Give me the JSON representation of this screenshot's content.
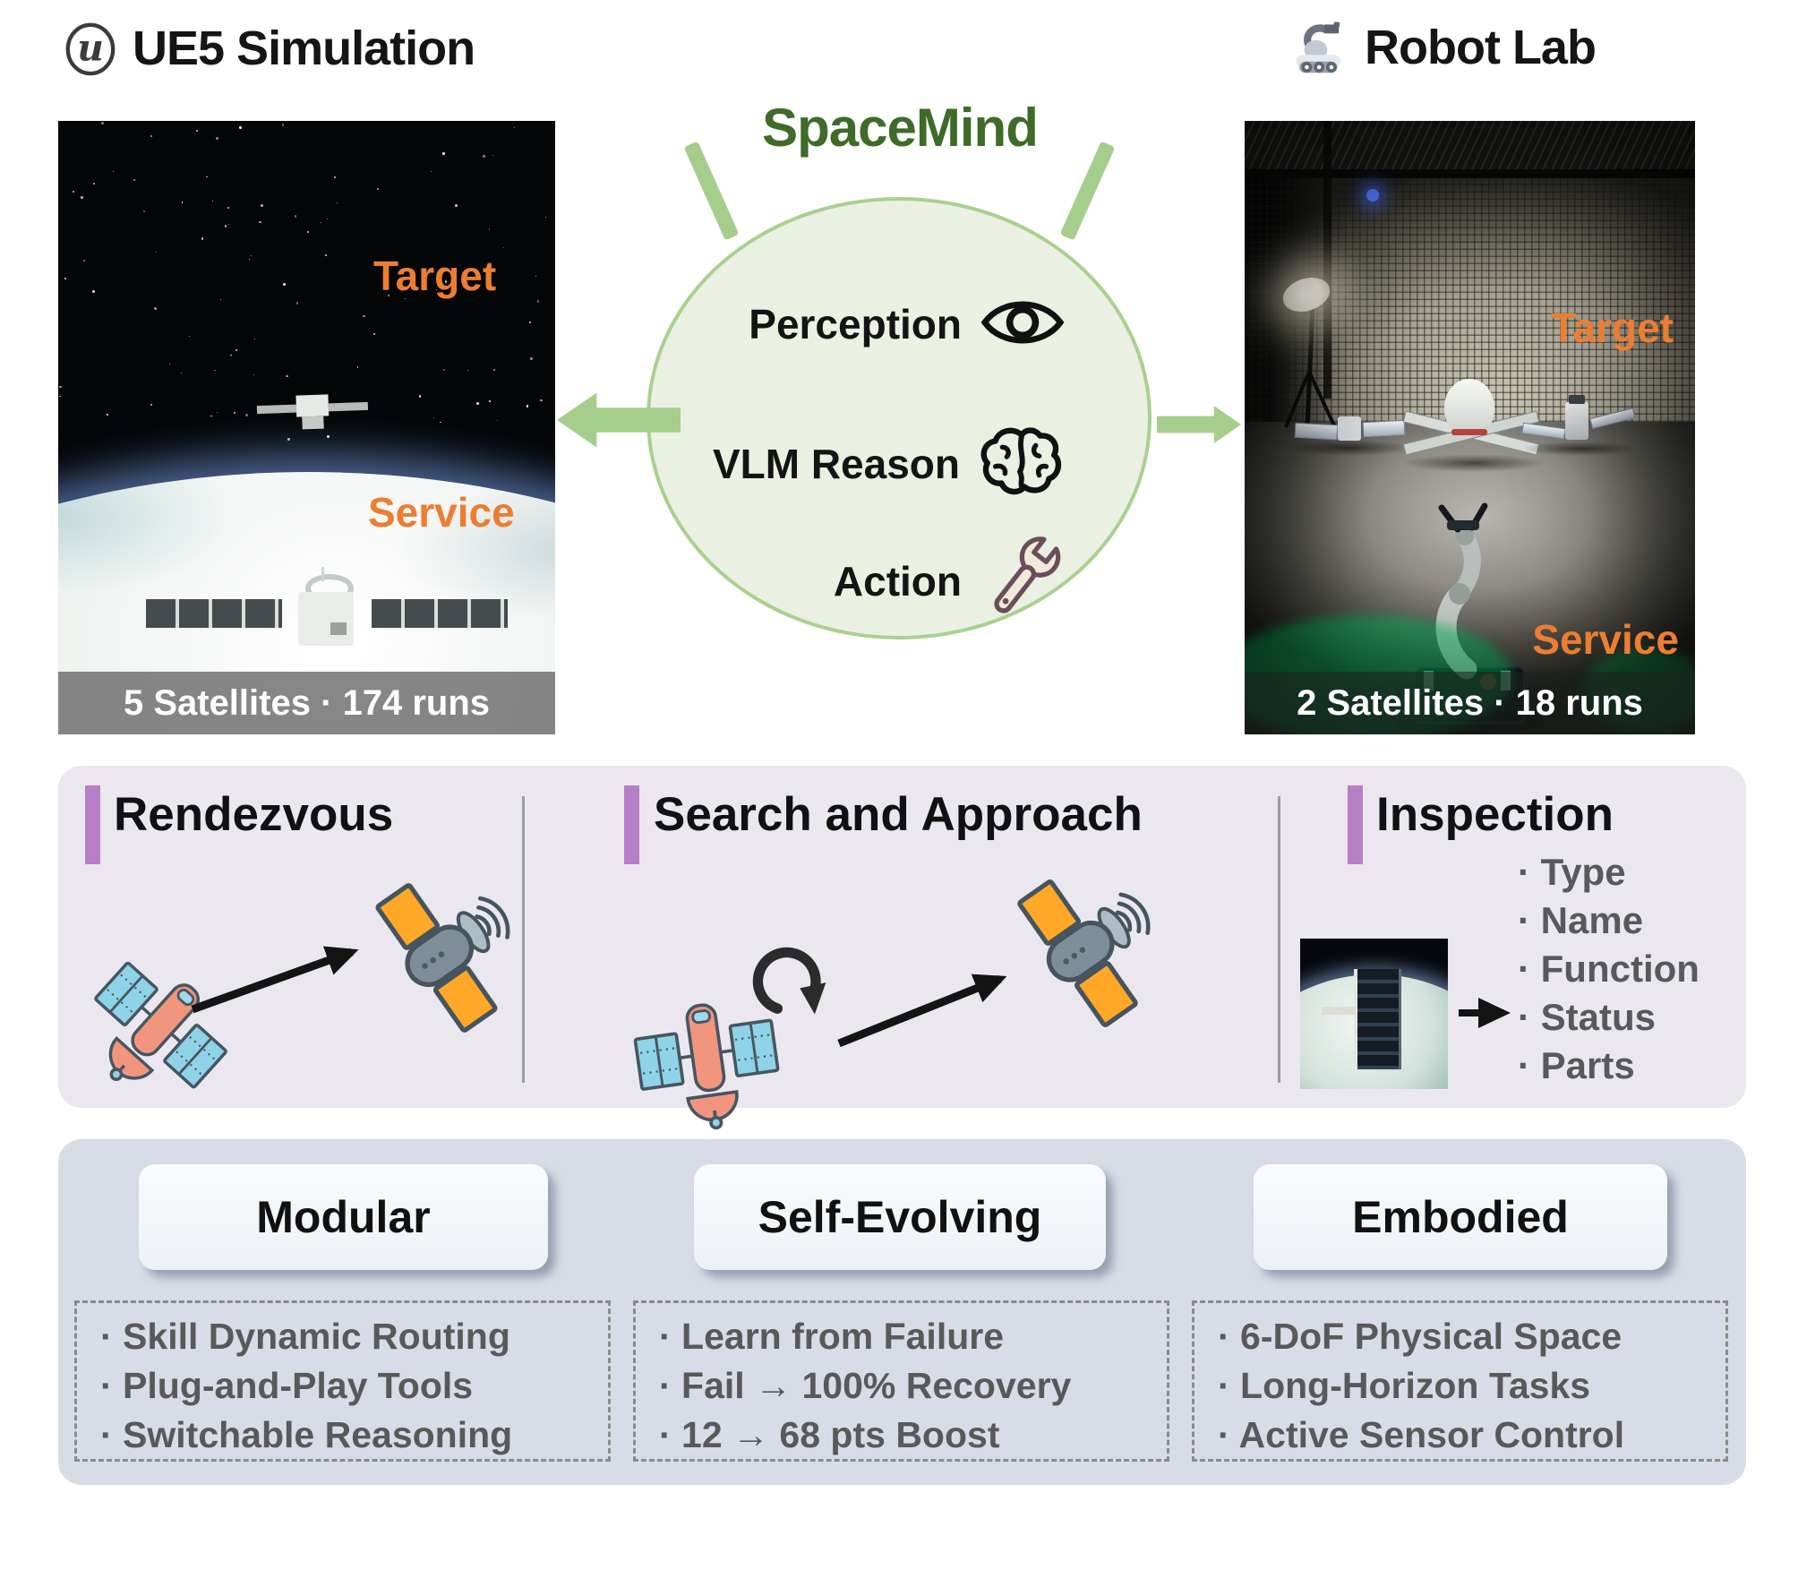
{
  "header": {
    "left": {
      "title": "UE5 Simulation",
      "icon": "unreal-engine-logo"
    },
    "right": {
      "title": "Robot Lab",
      "icon": "robot-rover-icon"
    }
  },
  "sim_panel": {
    "target_label": "Target",
    "service_label": "Service",
    "caption": "5 Satellites · 174 runs"
  },
  "lab_panel": {
    "target_label": "Target",
    "service_label": "Service",
    "caption": "2 Satellites · 18 runs"
  },
  "core": {
    "title": "SpaceMind",
    "modules": [
      {
        "label": "Perception",
        "icon": "eye-icon"
      },
      {
        "label": "VLM Reason",
        "icon": "brain-icon"
      },
      {
        "label": "Action",
        "icon": "wrench-icon"
      }
    ]
  },
  "tasks": {
    "items": [
      {
        "title": "Rendezvous"
      },
      {
        "title": "Search and Approach"
      },
      {
        "title": "Inspection",
        "attributes": [
          "Type",
          "Name",
          "Function",
          "Status",
          "Parts"
        ]
      }
    ]
  },
  "features": [
    {
      "title": "Modular",
      "bullets": [
        "Skill Dynamic Routing",
        "Plug-and-Play Tools",
        "Switchable Reasoning"
      ]
    },
    {
      "title": "Self-Evolving",
      "bullets": [
        "Learn from Failure",
        "Fail → 100% Recovery",
        "12 → 68 pts Boost"
      ]
    },
    {
      "title": "Embodied",
      "bullets": [
        "6-DoF Physical Space",
        "Long-Horizon Tasks",
        "Active Sensor Control"
      ]
    }
  ],
  "colors": {
    "accent_green": "#A9D18E",
    "dark_green": "#3E6B28",
    "orange": "#ED7D31",
    "purple": "#B77FC7",
    "tasks_band": "#EAE8EE",
    "features_band": "#D8DCE6",
    "gray_text": "#595959"
  }
}
